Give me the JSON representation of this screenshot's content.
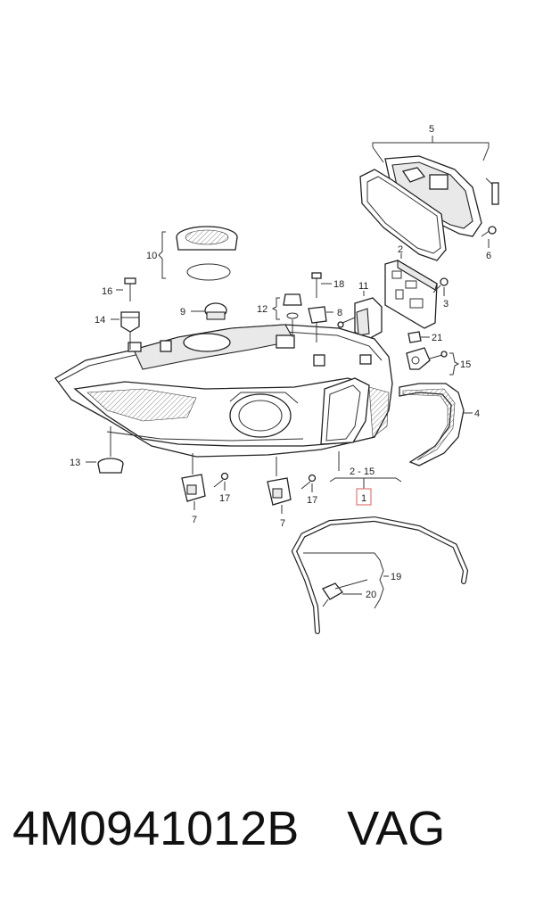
{
  "diagram": {
    "callouts": {
      "c1": "1",
      "c2": "2",
      "c3": "3",
      "c4": "4",
      "c5": "5",
      "c6": "6",
      "c7a": "7",
      "c7b": "7",
      "c8": "8",
      "c9": "9",
      "c10": "10",
      "c11": "11",
      "c12": "12",
      "c13": "13",
      "c14": "14",
      "c15": "15",
      "c16": "16",
      "c17a": "17",
      "c17b": "17",
      "c18": "18",
      "c19": "19",
      "c20": "20",
      "c21": "21",
      "range": "2 - 15"
    }
  },
  "footer": {
    "part_number": "4M0941012B",
    "brand": "VAG"
  },
  "colors": {
    "highlight_box": "#e07a7a",
    "line": "#333333"
  }
}
